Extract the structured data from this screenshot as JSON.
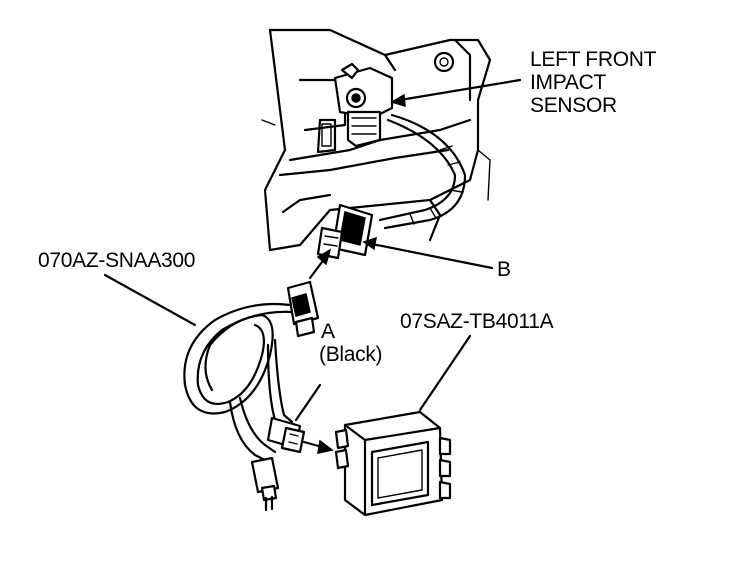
{
  "labels": {
    "sensor_line1": "LEFT FRONT",
    "sensor_line2": "IMPACT",
    "sensor_line3": "SENSOR",
    "harness_part": "070AZ-SNAA300",
    "connector_b": "B",
    "connector_a": "A",
    "connector_a_color": "(Black)",
    "tester_part": "07SAZ-TB4011A"
  },
  "icons": [
    "left-front-impact-sensor",
    "sensor-connector-b",
    "test-harness",
    "connector-a",
    "srs-tester",
    "power-plug"
  ]
}
